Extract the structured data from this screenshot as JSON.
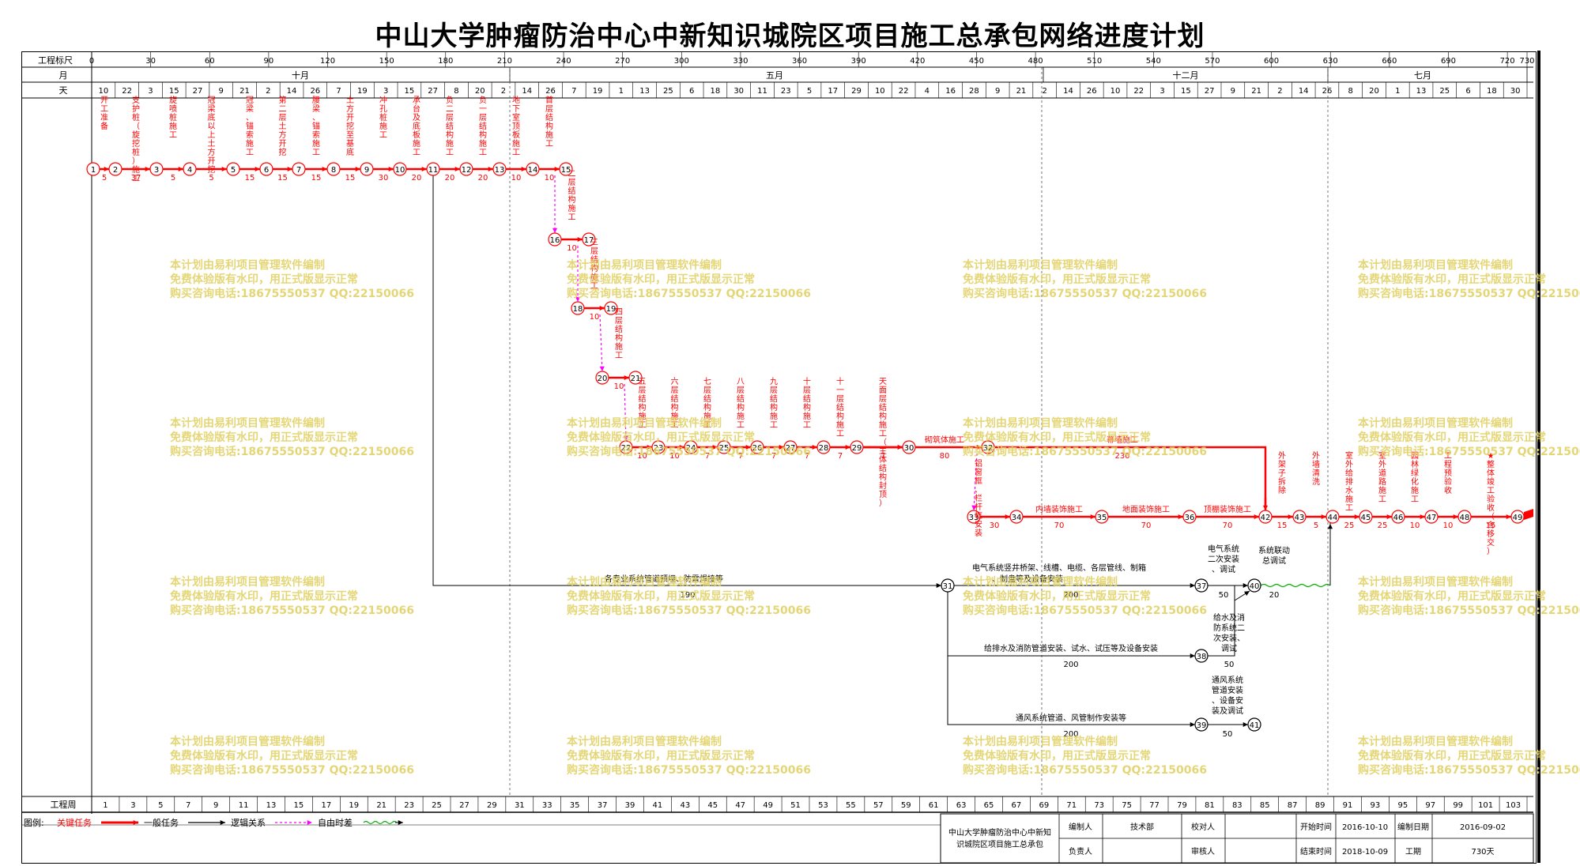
{
  "title": "中山大学肿瘤防治中心中新知识城院区项目施工总承包网络进度计划",
  "header": {
    "ruler_label": "工程标尺",
    "ruler_ticks": [
      "0",
      "30",
      "60",
      "90",
      "120",
      "150",
      "180",
      "210",
      "240",
      "270",
      "300",
      "330",
      "360",
      "390",
      "420",
      "450",
      "480",
      "510",
      "540",
      "570",
      "600",
      "630",
      "660",
      "690",
      "720",
      "730"
    ],
    "month_label": "月",
    "months": [
      "十月",
      "五月",
      "十二月",
      "七月"
    ],
    "day_label": "天",
    "days": [
      "10",
      "22",
      "3",
      "15",
      "27",
      "9",
      "21",
      "2",
      "14",
      "26",
      "7",
      "19",
      "3",
      "15",
      "27",
      "8",
      "20",
      "2",
      "14",
      "26",
      "7",
      "19",
      "1",
      "13",
      "25",
      "6",
      "18",
      "30",
      "11",
      "23",
      "5",
      "17",
      "29",
      "10",
      "22",
      "4",
      "16",
      "28",
      "9",
      "21",
      "2",
      "14",
      "26",
      "10",
      "22",
      "3",
      "15",
      "27",
      "9",
      "21",
      "2",
      "14",
      "26",
      "8",
      "20",
      "1",
      "13",
      "25",
      "6",
      "18",
      "30"
    ],
    "week_label": "工程周",
    "weeks": [
      "1",
      "3",
      "5",
      "7",
      "9",
      "11",
      "13",
      "15",
      "17",
      "19",
      "21",
      "23",
      "25",
      "27",
      "29",
      "31",
      "33",
      "35",
      "37",
      "39",
      "41",
      "43",
      "45",
      "47",
      "49",
      "51",
      "53",
      "55",
      "57",
      "59",
      "61",
      "63",
      "65",
      "67",
      "69",
      "71",
      "73",
      "75",
      "77",
      "79",
      "81",
      "83",
      "85",
      "87",
      "89",
      "91",
      "93",
      "95",
      "97",
      "99",
      "101",
      "103"
    ]
  },
  "nodes": [
    "1",
    "2",
    "3",
    "4",
    "5",
    "6",
    "7",
    "8",
    "9",
    "10",
    "11",
    "12",
    "13",
    "14",
    "15",
    "16",
    "17",
    "18",
    "19",
    "20",
    "21",
    "22",
    "23",
    "24",
    "25",
    "26",
    "27",
    "28",
    "29",
    "30",
    "31",
    "32",
    "33",
    "34",
    "35",
    "36",
    "37",
    "38",
    "39",
    "40",
    "41",
    "42",
    "43",
    "44",
    "45",
    "46",
    "47",
    "48",
    "49"
  ],
  "tasks_top": [
    {
      "name": "开工准备",
      "dur": "5"
    },
    {
      "name": "支护桩（旋挖桩）施工",
      "dur": "37"
    },
    {
      "name": "旋喷桩施工",
      "dur": "5"
    },
    {
      "name": "冠梁底以上土方开挖",
      "dur": "5"
    },
    {
      "name": "冠梁、锚索施工",
      "dur": "15"
    },
    {
      "name": "第二层土方开挖",
      "dur": "15"
    },
    {
      "name": "腰梁、锚索施工",
      "dur": "15"
    },
    {
      "name": "土方开挖至基底",
      "dur": "15"
    },
    {
      "name": "冲孔桩施工",
      "dur": "30"
    },
    {
      "name": "承台及底板施工",
      "dur": "20"
    },
    {
      "name": "负二层结构施工",
      "dur": "20"
    },
    {
      "name": "负一层结构施工",
      "dur": "20"
    },
    {
      "name": "地下室顶板施工",
      "dur": "10"
    },
    {
      "name": "首层结构施工",
      "dur": "10"
    },
    {
      "name": "二层结构施工",
      "dur": "10"
    },
    {
      "name": "三层结构施工",
      "dur": "10"
    },
    {
      "name": "四层结构施工",
      "dur": "10"
    },
    {
      "name": "五层结构施工",
      "dur": "10"
    },
    {
      "name": "六层结构施工",
      "dur": "10"
    },
    {
      "name": "七层结构施工",
      "dur": "7"
    },
    {
      "name": "八层结构施工",
      "dur": "7"
    },
    {
      "name": "九层结构施工",
      "dur": "7"
    },
    {
      "name": "十层结构施工",
      "dur": "7"
    },
    {
      "name": "十一层结构施工",
      "dur": "7"
    },
    {
      "name": "天面层结构施工（主体结构封顶）",
      "dur": "7"
    }
  ],
  "tasks_mid": [
    {
      "name": "砌筑体施工",
      "dur": "80"
    },
    {
      "name": "幕墙施工",
      "dur": "230"
    },
    {
      "name": "铝窗框、栏杆框安装",
      "dur": "30"
    },
    {
      "name": "内墙装饰施工",
      "dur": "70"
    },
    {
      "name": "地面装饰施工",
      "dur": "70"
    },
    {
      "name": "顶棚装饰施工",
      "dur": "70"
    },
    {
      "name": "外架子拆除",
      "dur": "15"
    },
    {
      "name": "外墙清洗",
      "dur": "5"
    },
    {
      "name": "室外给排水施工",
      "dur": "25"
    },
    {
      "name": "室外道路施工",
      "dur": "25"
    },
    {
      "name": "园林绿化施工",
      "dur": "10"
    },
    {
      "name": "工程预验收",
      "dur": "10"
    },
    {
      "name": "★整体竣工验收（含移交）",
      "dur": "15"
    }
  ],
  "tasks_mep": [
    {
      "name": "各专业系统管道预埋、防雷焊接等",
      "dur": "190"
    },
    {
      "name": "电气系统竖井桥架、线槽、电缆、各层管线、制箱、制盘等及设备安装",
      "dur": "200"
    },
    {
      "name": "电气系统二次安装、调试",
      "dur": "50"
    },
    {
      "name": "系统联动总调试",
      "dur": "20"
    },
    {
      "name": "给排水及消防管道安装、试水、试压等及设备安装",
      "dur": "200"
    },
    {
      "name": "给水及消防系统二次安装、调试",
      "dur": "50"
    },
    {
      "name": "通风系统管道、风管制作安装等",
      "dur": "200"
    },
    {
      "name": "通风系统管道安装、设备安装及调试",
      "dur": "50"
    }
  ],
  "watermark": {
    "line1": "本计划由易利项目管理软件编制",
    "line2": "免费体验版有水印，用正式版显示正常",
    "line3": "购买咨询电话:18675550537 QQ:22150066"
  },
  "legend": {
    "label": "图例:",
    "critical": "关键任务",
    "normal": "一般任务",
    "logic": "逻辑关系",
    "float": "自由时差"
  },
  "footer": {
    "project": "中山大学肿瘤防治中心中新知识城院区项目施工总承包",
    "prepared_by_label": "编制人",
    "prepared_by": "技术部",
    "checked_by_label": "校对人",
    "responsible_label": "负责人",
    "reviewed_by_label": "审核人",
    "start_label": "开始时间",
    "start": "2016-10-10",
    "prepared_date_label": "编制日期",
    "prepared_date": "2016-09-02",
    "end_label": "结束时间",
    "end": "2018-10-09",
    "period_label": "工期",
    "period": "730天"
  },
  "colors": {
    "critical": "#ff0000",
    "normal": "#000000",
    "float": "#ff00ff",
    "slack": "#00b000",
    "watermark": "#e0d060"
  }
}
